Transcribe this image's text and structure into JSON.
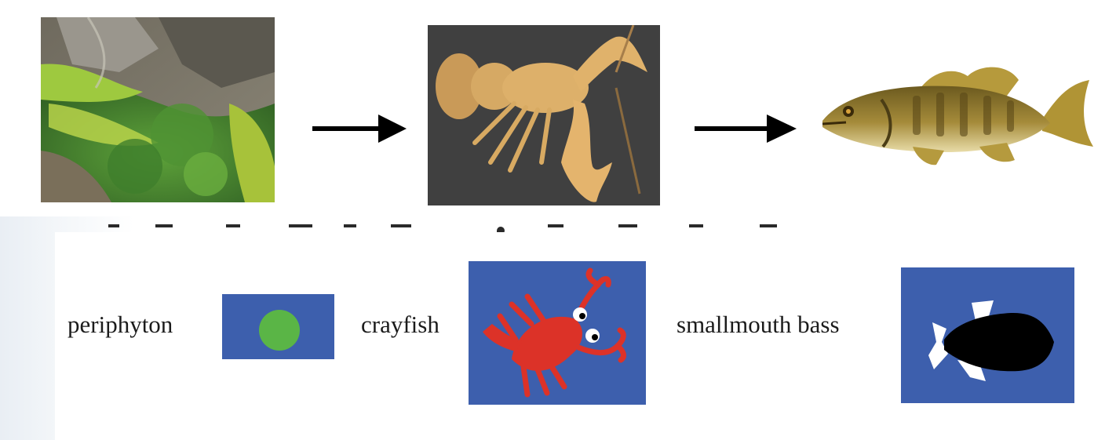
{
  "food_chain": {
    "photos": [
      {
        "icon": "algae-photo",
        "caption": ""
      },
      {
        "icon": "crayfish-photo",
        "caption": ""
      },
      {
        "icon": "bass-photo",
        "caption": ""
      }
    ],
    "arrows": [
      "arrow-right",
      "arrow-right"
    ]
  },
  "legend": {
    "items": [
      {
        "label": "periphyton",
        "icon": "green-circle-icon",
        "color": "#5ab546"
      },
      {
        "label": "crayfish",
        "icon": "red-crayfish-icon",
        "color": "#dc3228"
      },
      {
        "label": "smallmouth bass",
        "icon": "black-fish-icon",
        "color": "#000000"
      }
    ],
    "box_color": "#3d5fad"
  }
}
